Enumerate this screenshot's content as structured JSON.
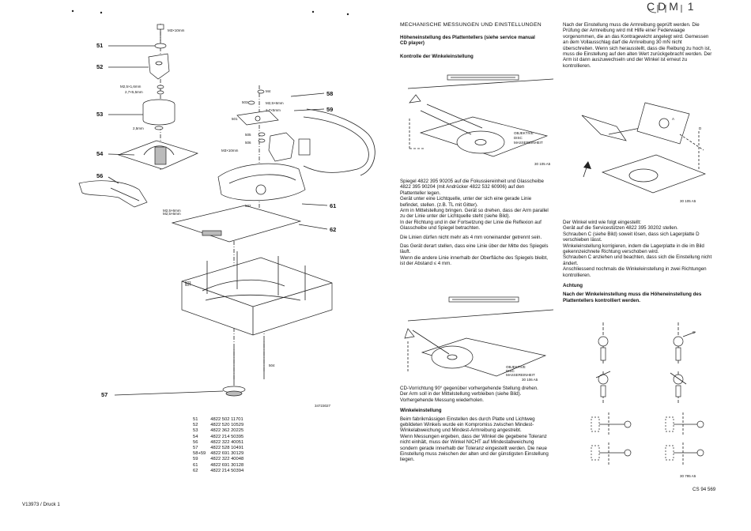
{
  "header": {
    "logo_text": "CDM 1"
  },
  "explode": {
    "callouts": [
      "51",
      "52",
      "53",
      "54",
      "56",
      "57",
      "58",
      "59",
      "61",
      "62"
    ],
    "screw_labels": [
      "M3×10mm",
      "M2,5×1,6mm",
      "2,7×5,5mm",
      "2,5mm",
      "M2,5×6mm",
      "M3×10mm",
      "M4",
      "M2,5×6mm",
      "2,7×5mm",
      "503",
      "505",
      "506",
      "501",
      "502",
      "503",
      "504",
      "M2,5×6mm",
      "507"
    ],
    "figure_code": "34723027"
  },
  "parts_table": {
    "rows": [
      [
        "51",
        "4822 502 11701"
      ],
      [
        "52",
        "4822 520 10529"
      ],
      [
        "53",
        "4822 362 20225"
      ],
      [
        "54",
        "4822 214 50395"
      ],
      [
        "56",
        "4822 322 40051"
      ],
      [
        "57",
        "4822 528 10491"
      ],
      [
        "58+59",
        "4822 691 30129"
      ],
      [
        "59",
        "4822 322 40048"
      ],
      [
        "61",
        "4822 691 30128"
      ],
      [
        "62",
        "4822 214 50394"
      ]
    ]
  },
  "footer": {
    "left": "V13973 / Druck 1",
    "right": "CS 94 569"
  },
  "middle": {
    "title": "MECHANISCHE MESSUNGEN UND EINSTELLUNGEN",
    "sub1": "Höheneinstellung des Plattentellers (siehe service manual CD player)",
    "sub2": "Kontrolle der Winkeleinstellung",
    "fig1_labels": [
      "OBJEKTIVE",
      "DISC",
      "MASSEREINHEIT"
    ],
    "fig1_code": "30 105 A5",
    "para1": "Spiegel 4822 395 90205 auf die Fokussiereinheit und Glasscheibe 4822 395 90204 (mit Andrücker 4822 532 60906) auf den Plattenteller legen.",
    "para2": "Gerät unter eine Lichtquelle, unter der sich eine gerade Linie befindet, stellen. (z.B. TL mit Gitter).",
    "para3": "Arm in Mittelstellung bringen. Gerät so drehen, dass der Arm parallel zu der Linie unter der Lichtquelle steht (siehe Bild).",
    "para4": "In der Richtung und in der Fortsetzung der Linie die Reflexion auf Glasscheibe und Spiegel betrachten.",
    "para5": "Die Linien dürfen nicht mehr als 4 mm voneinander getrennt sein.",
    "para6": "Das Gerät derart stellen, dass eine Linie über der Mitte des Spiegels läuft.",
    "para7": "Wenn die andere Linie innerhalb der Oberfläche des Spiegels bleibt, ist der Abstand ≤ 4 mm.",
    "fig2_labels": [
      "OBJEKTIVE",
      "DISC",
      "MASSEREINHEIT"
    ],
    "fig2_code": "30 106 A5",
    "para8": "CD-Vorrichtung 90° gegenüber vorhergehende Stellung drehen.",
    "para9": "Der Arm soll in der Mittelstellung verbleiben (siehe Bild).",
    "para10": "Vorhergehende Messung wiederholen.",
    "sub3": "Winkeleinstellung",
    "para11": "Beim fabrikmässigen Einstellen des durch Platte und Lichtweg gebildeten Winkels wurde ein Kompromiss zwischen Mindest-Winkelabweichung und Mindest-Armreibung angestrebt.",
    "para12": "Wenn Messungen ergeben, dass der Winkel die gegebene Toleranz nicht einhält, muss der Winkel NICHT auf Mindestabweichung sondern gerade innerhalb der Toleranz eingestellt werden. Die neue Einstellung muss zwischen der alten und der günstigsten Einstellung liegen."
  },
  "right": {
    "para1": "Nach der Einstellung muss die Armreibung geprüft werden. Die Prüfung der Armreibung wird mit Hilfe einer Federwaage vorgenommen, die an das Kontragewicht angelegt wird. Gemessen an dem Vollausschlag darf die Armreibung 30 mN nicht überschreiten. Wenn sich herausstellt, dass die Reibung zu hoch ist, muss die Einstellung auf den alten Wert zurückgebracht werden. Der Arm ist dann auszuwechseln und der Winkel ist erneut zu kontrollieren.",
    "fig_labels": [
      "A",
      "D"
    ],
    "fig_code": "30 105 A5",
    "para2": "Der Winkel wird wie folgt eingestellt:",
    "para3": "Gerät auf die Servicestützen 4822 395 30202 stellen.",
    "para4": "Schrauben C (siehe Bild) soweit lösen, dass sich Lagerplatte D verschieben lässt.",
    "para5": "Winkeleinstellung korrigieren, indem die Lagerplatte in die im Bild gekennzeichnete Richtung verschoben wird.",
    "para6": "Schrauben C anziehen und beachten, dass sich die Einstellung nicht ändert.",
    "para7": "Anschliessend nochmals die Winkeleinstellung in zwei Richtungen kontrollieren.",
    "attention": "Achtung",
    "attention_text": "Nach der Winkeleinstellung muss die Höheneinstellung des Plattentellers kontrolliert werden.",
    "diagram_label": "C",
    "diagram_code": "30 795 A5"
  }
}
